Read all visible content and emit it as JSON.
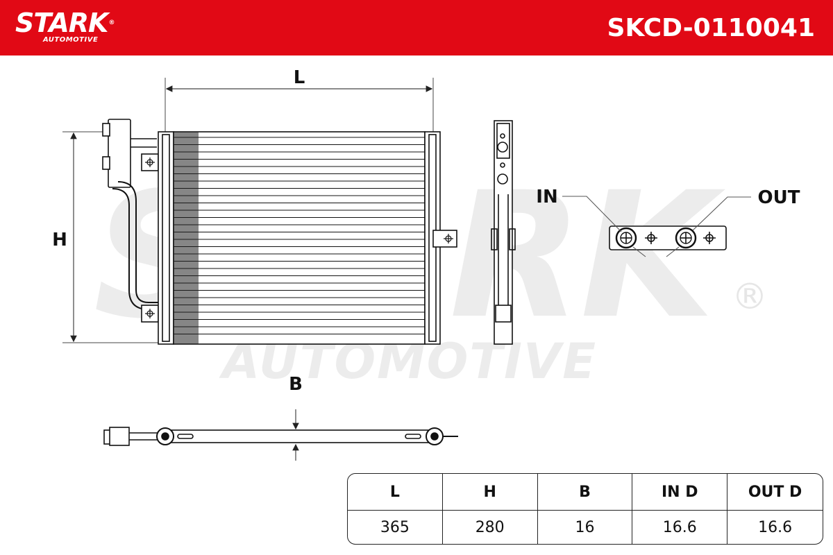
{
  "header": {
    "brand": "STARK",
    "brand_reg": "®",
    "brand_sub": "AUTOMOTIVE",
    "part_number": "SKCD-0110041",
    "background_color": "#e10915"
  },
  "watermark": {
    "main": "STARK",
    "sub": "AUTOMOTIVE",
    "reg": "®"
  },
  "drawing": {
    "label_L": "L",
    "label_H": "H",
    "label_B": "B",
    "label_IN": "IN",
    "label_OUT": "OUT"
  },
  "dimensions": {
    "headers": [
      "L",
      "H",
      "B",
      "IN D",
      "OUT D"
    ],
    "values": [
      "365",
      "280",
      "16",
      "16.6",
      "16.6"
    ]
  }
}
